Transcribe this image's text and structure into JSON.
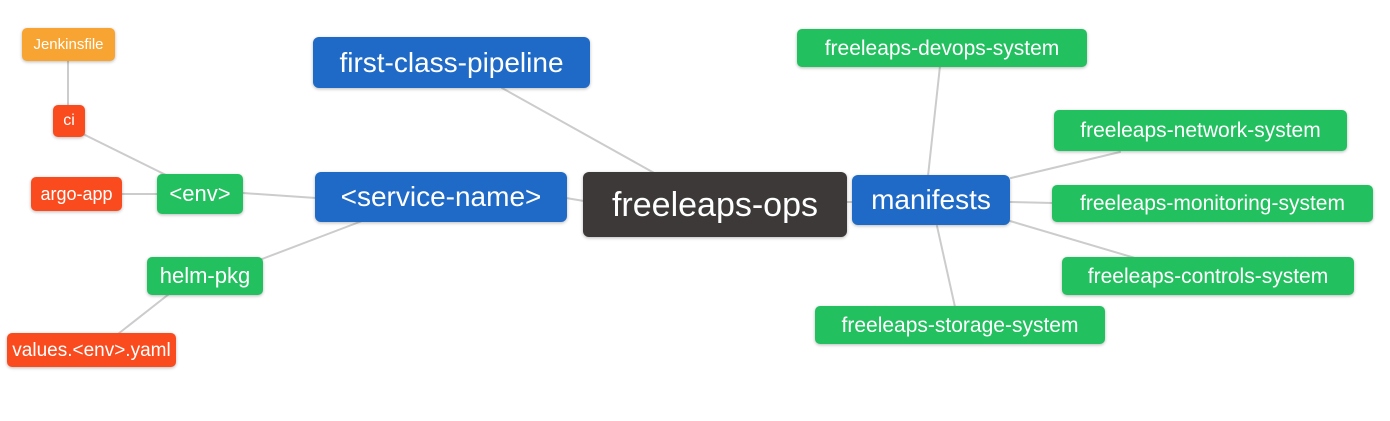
{
  "diagram": {
    "type": "mindmap",
    "background": "#ffffff",
    "edge_color": "#cccccc",
    "palette": {
      "blue": "#1f6ac6",
      "green": "#23c05f",
      "red": "#fa4b1e",
      "orange": "#f7a433",
      "dark": "#3d3939"
    }
  },
  "nodes": {
    "freeleaps_ops": {
      "label": "freeleaps-ops",
      "color": "dark"
    },
    "first_class_pipeline": {
      "label": "first-class-pipeline",
      "color": "blue"
    },
    "service_name": {
      "label": "<service-name>",
      "color": "blue"
    },
    "manifests": {
      "label": "manifests",
      "color": "blue"
    },
    "env": {
      "label": "<env>",
      "color": "green"
    },
    "helm_pkg": {
      "label": "helm-pkg",
      "color": "green"
    },
    "ci": {
      "label": "ci",
      "color": "red"
    },
    "argo_app": {
      "label": "argo-app",
      "color": "red"
    },
    "jenkinsfile": {
      "label": "Jenkinsfile",
      "color": "orange"
    },
    "values_env_yaml": {
      "label": "values.<env>.yaml",
      "color": "red"
    },
    "devops_system": {
      "label": "freeleaps-devops-system",
      "color": "green"
    },
    "network_system": {
      "label": "freeleaps-network-system",
      "color": "green"
    },
    "monitoring_system": {
      "label": "freeleaps-monitoring-system",
      "color": "green"
    },
    "controls_system": {
      "label": "freeleaps-controls-system",
      "color": "green"
    },
    "storage_system": {
      "label": "freeleaps-storage-system",
      "color": "green"
    }
  },
  "edges": [
    {
      "from": "jenkinsfile",
      "to": "ci"
    },
    {
      "from": "ci",
      "to": "env"
    },
    {
      "from": "argo_app",
      "to": "env"
    },
    {
      "from": "env",
      "to": "service_name"
    },
    {
      "from": "helm_pkg",
      "to": "service_name"
    },
    {
      "from": "values_env_yaml",
      "to": "helm_pkg"
    },
    {
      "from": "first_class_pipeline",
      "to": "freeleaps_ops"
    },
    {
      "from": "service_name",
      "to": "freeleaps_ops"
    },
    {
      "from": "freeleaps_ops",
      "to": "manifests"
    },
    {
      "from": "manifests",
      "to": "devops_system"
    },
    {
      "from": "manifests",
      "to": "network_system"
    },
    {
      "from": "manifests",
      "to": "monitoring_system"
    },
    {
      "from": "manifests",
      "to": "controls_system"
    },
    {
      "from": "manifests",
      "to": "storage_system"
    }
  ]
}
